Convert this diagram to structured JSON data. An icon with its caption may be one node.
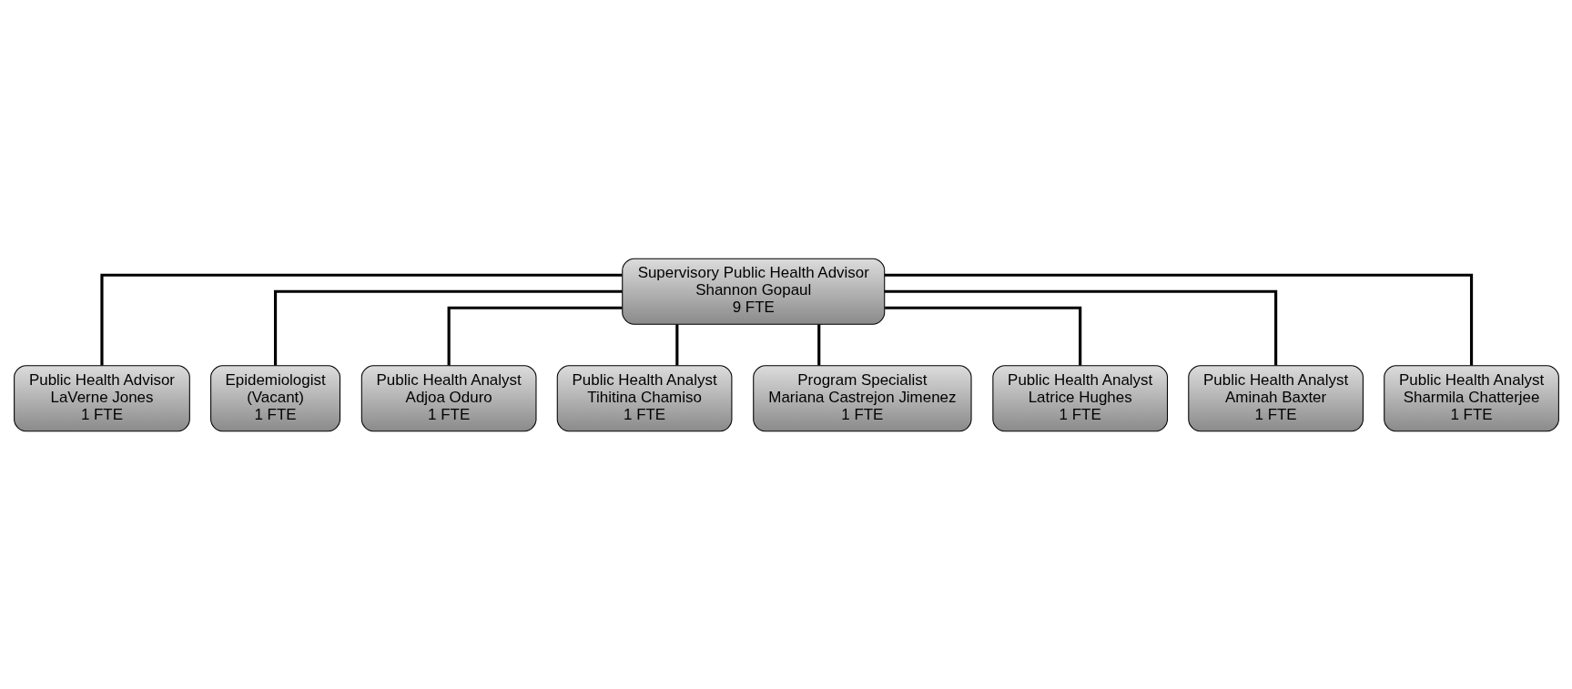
{
  "diagram": {
    "nodes": [
      {
        "text": [
          "Supervisory Public Health Advisor",
          "Shannon Gopaul",
          "9 FTE"
        ]
      },
      {
        "text": [
          "Public Health Advisor",
          "LaVerne Jones",
          "1 FTE"
        ]
      },
      {
        "text": [
          "Epidemiologist",
          "(Vacant)",
          "1 FTE"
        ]
      },
      {
        "text": [
          "Public Health Analyst",
          "Adjoa Oduro",
          "1 FTE"
        ]
      },
      {
        "text": [
          "Public Health Analyst",
          "Tihitina Chamiso",
          "1 FTE"
        ]
      },
      {
        "text": [
          "Program Specialist",
          "Mariana Castrejon Jimenez",
          "1 FTE"
        ]
      },
      {
        "text": [
          "Public Health Analyst",
          "Latrice Hughes",
          "1 FTE"
        ]
      },
      {
        "text": [
          "Public Health Analyst",
          "Aminah Baxter",
          "1 FTE"
        ]
      },
      {
        "text": [
          "Public Health Analyst",
          "Sharmila Chatterjee",
          "1 FTE"
        ]
      }
    ],
    "edges": [
      {
        "from": 0,
        "to": 1,
        "arrow": "none"
      },
      {
        "from": 0,
        "to": 2,
        "arrow": "none"
      },
      {
        "from": 0,
        "to": 3,
        "arrow": "none"
      },
      {
        "from": 0,
        "to": 4,
        "arrow": "none"
      },
      {
        "from": 0,
        "to": 5,
        "arrow": "none"
      },
      {
        "from": 0,
        "to": 6,
        "arrow": "none"
      },
      {
        "from": 0,
        "to": 7,
        "arrow": "none"
      },
      {
        "from": 0,
        "to": 8,
        "arrow": "none"
      }
    ]
  }
}
